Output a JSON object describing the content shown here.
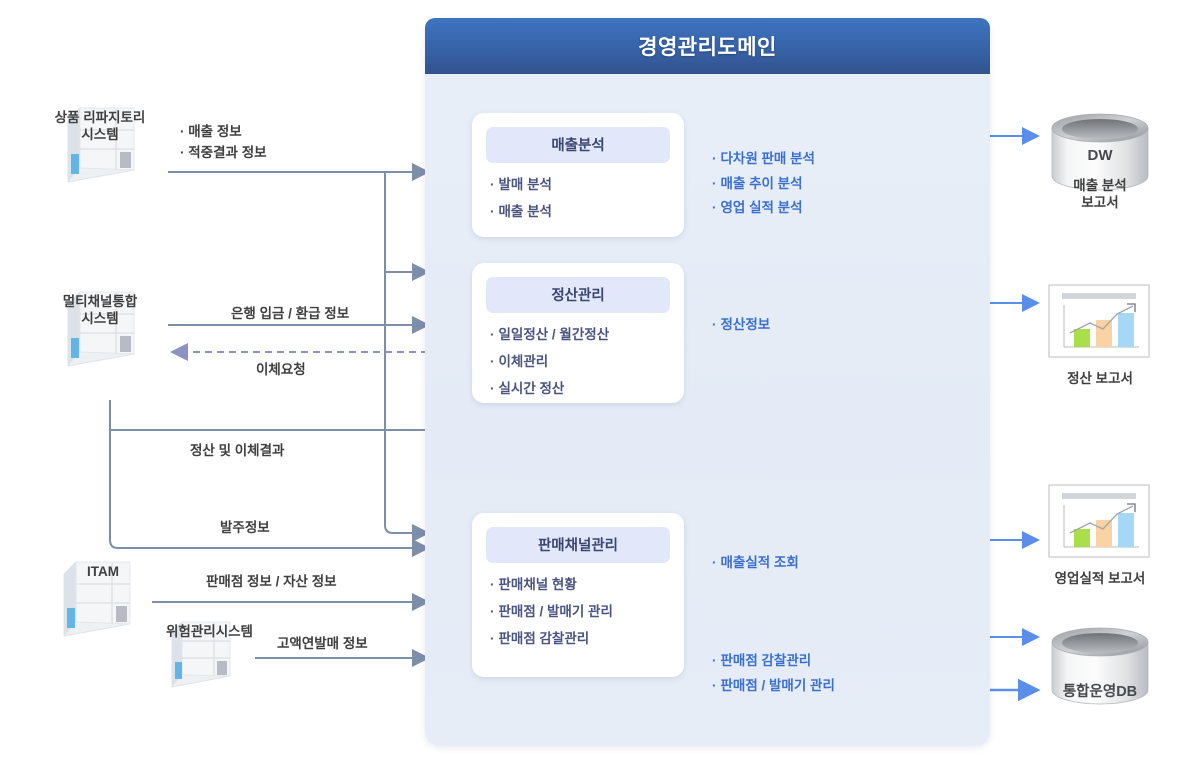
{
  "domain": {
    "title": "경영관리도메인",
    "header_color": "#3866ad",
    "panel_color": "#e7edf7",
    "accent_blue": "#3a6fd0",
    "arrow_gray": "#7d8ea9",
    "arrow_blue": "#5b8ee8"
  },
  "cards": [
    {
      "title": "매출분석",
      "items": [
        "발매 분석",
        "매출 분석"
      ]
    },
    {
      "title": "정산관리",
      "items": [
        "일일정산 / 월간정산",
        "이체관리",
        "실시간 정산"
      ]
    },
    {
      "title": "판매채널관리",
      "items": [
        "판매채널 현황",
        "판매점 / 발매기 관리",
        "판매점 감찰관리"
      ]
    }
  ],
  "notes": {
    "sales": [
      "다차원 판매 분석",
      "매출 추이 분석",
      "영업 실적 분석"
    ],
    "settlement": [
      "정산정보"
    ],
    "performance": [
      "매출실적 조회"
    ],
    "database": [
      "판매점 감찰관리",
      "판매점 / 발매기 관리"
    ]
  },
  "left_systems": [
    {
      "name": "상품 리파지토리\n시스템",
      "icon": "server-icon"
    },
    {
      "name": "멀티채널통합\n시스템",
      "icon": "server-icon"
    },
    {
      "name": "ITAM",
      "icon": "server-icon"
    },
    {
      "name": "위험관리시스템",
      "icon": "server-icon"
    }
  ],
  "right_outputs": [
    {
      "name": "DW",
      "caption": "매출 분석\n보고서",
      "icon": "database-cylinder-icon"
    },
    {
      "name": "",
      "caption": "정산 보고서",
      "icon": "bar-chart-report-icon"
    },
    {
      "name": "",
      "caption": "영업실적 보고서",
      "icon": "bar-chart-report-icon"
    },
    {
      "name": "통합운영DB",
      "caption": "",
      "icon": "database-cylinder-icon"
    }
  ],
  "edge_labels": {
    "repo": [
      "매출 정보",
      "적중결과 정보"
    ],
    "bank": "은행 입금 / 환급 정보",
    "transfer_request": "이체요청",
    "settlement_result": "정산 및 이체결과",
    "order_info": "발주정보",
    "store_asset": "판매점 정보 / 자산 정보",
    "high_value": "고액연발매 정보"
  }
}
